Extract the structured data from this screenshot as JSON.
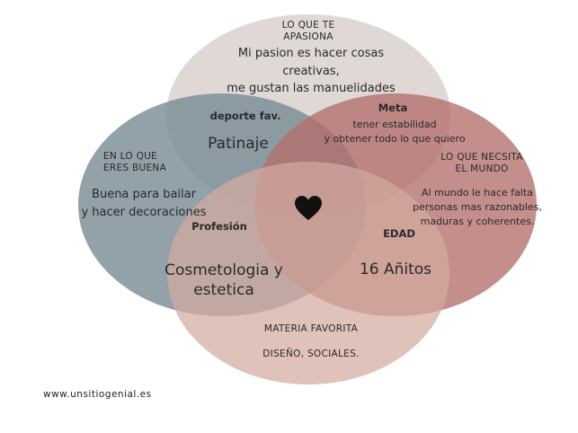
{
  "colors": {
    "top": "#d4cbc7",
    "left": "#7a8d95",
    "right": "#b36e6c",
    "bottom": "#d2aaa0",
    "heart": "#111111"
  },
  "circles": {
    "top": {
      "title_line1": "LO QUE TE",
      "title_line2": "APASIONA",
      "text_line1": "Mi pasion es hacer cosas",
      "text_line2": "creativas,",
      "text_line3": "me gustan las manuelidades"
    },
    "left": {
      "title_line1": "EN LO QUE",
      "title_line2": "ERES BUENA",
      "text_line1": "Buena para bailar",
      "text_line2": "y hacer decoraciones"
    },
    "right": {
      "title_line1": "LO QUE NECSITA",
      "title_line2": "EL MUNDO",
      "text_line1": "Al mundo le hace falta",
      "text_line2": "personas mas razonables,",
      "text_line3": "maduras y coherentes."
    },
    "bottom": {
      "title": "MATERIA FAVORITA",
      "text": "DISEÑO, SOCIALES."
    }
  },
  "intersections": {
    "top_left": {
      "title": "deporte fav.",
      "text": "Patinaje"
    },
    "top_right": {
      "title": "Meta",
      "text_line1": "tener estabilidad",
      "text_line2": "y obtener todo lo que quiero"
    },
    "left_bottom": {
      "title": "Profesión",
      "text_line1": "Cosmetologia y",
      "text_line2": "estetica"
    },
    "right_bottom": {
      "title": "EDAD",
      "text": "16 Añitos"
    }
  },
  "center": {
    "icon": "heart-icon"
  },
  "footer": {
    "url": "www.unsitiogenial.es"
  }
}
